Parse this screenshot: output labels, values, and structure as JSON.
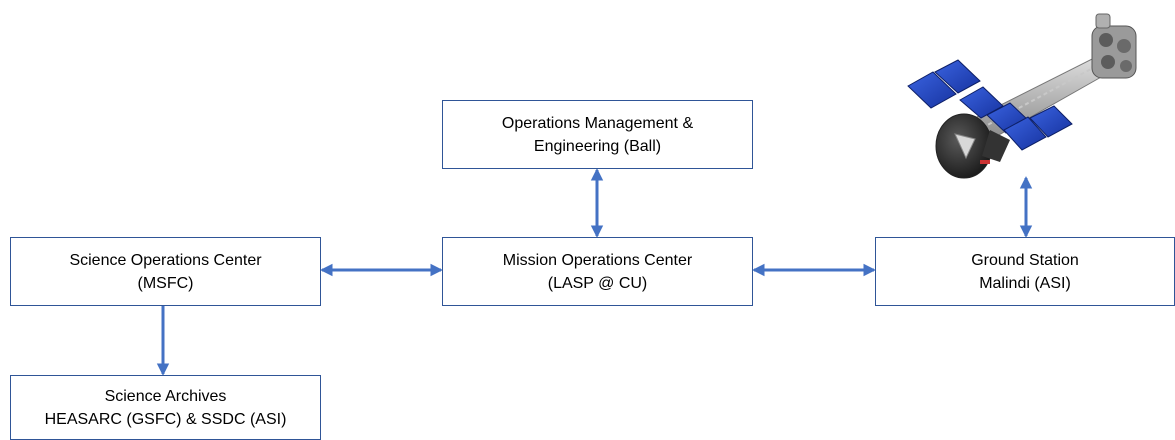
{
  "nodes": {
    "ops_mgmt": {
      "line1": "Operations Management &",
      "line2": "Engineering (Ball)"
    },
    "soc": {
      "line1": "Science Operations Center",
      "line2": "(MSFC)"
    },
    "moc": {
      "line1": "Mission Operations Center",
      "line2": "(LASP @ CU)"
    },
    "ground": {
      "line1": "Ground Station",
      "line2": "Malindi (ASI)"
    },
    "archives": {
      "line1": "Science Archives",
      "line2": "HEASARC (GSFC) & SSDC (ASI)"
    }
  },
  "colors": {
    "box_border": "#2f5597",
    "arrow": "#4472c4",
    "text": "#000000"
  },
  "icons": {
    "spacecraft": "spacecraft-icon"
  }
}
